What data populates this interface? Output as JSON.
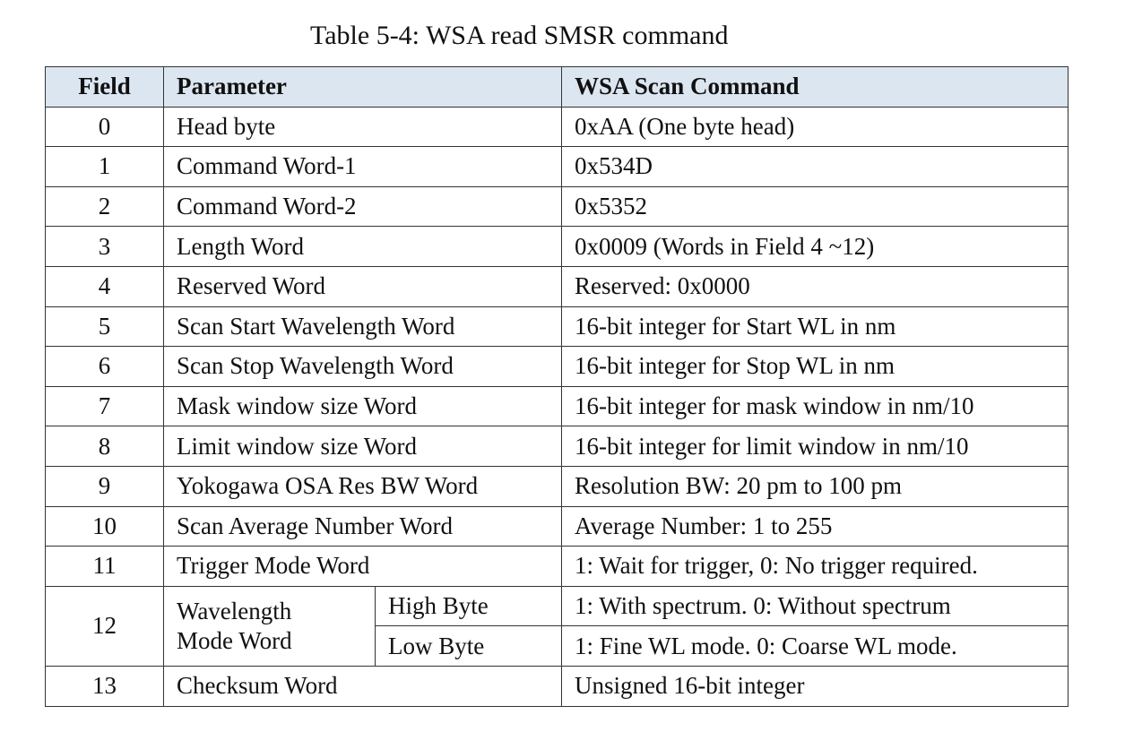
{
  "caption": "Table 5-4: WSA read SMSR command",
  "table": {
    "headers": {
      "field": "Field",
      "parameter": "Parameter",
      "command": "WSA Scan Command"
    },
    "rows": [
      {
        "field": "0",
        "parameter": "Head byte",
        "command": "0xAA (One byte head)"
      },
      {
        "field": "1",
        "parameter": "Command Word-1",
        "command": "0x534D"
      },
      {
        "field": "2",
        "parameter": "Command Word-2",
        "command": "0x5352"
      },
      {
        "field": "3",
        "parameter": "Length Word",
        "command": "0x0009 (Words in Field 4 ~12)"
      },
      {
        "field": "4",
        "parameter": "Reserved Word",
        "command": "Reserved: 0x0000"
      },
      {
        "field": "5",
        "parameter": "Scan Start Wavelength Word",
        "command": "16-bit integer for Start WL in nm"
      },
      {
        "field": "6",
        "parameter": "Scan Stop Wavelength Word",
        "command": "16-bit integer for Stop WL in nm"
      },
      {
        "field": "7",
        "parameter": "Mask window size Word",
        "command": "16-bit integer for mask window in nm/10"
      },
      {
        "field": "8",
        "parameter": "Limit window size Word",
        "command": "16-bit integer for limit window in nm/10"
      },
      {
        "field": "9",
        "parameter": "Yokogawa OSA Res BW Word",
        "command": "Resolution BW:  20 pm to 100 pm"
      },
      {
        "field": "10",
        "parameter": "Scan Average Number Word",
        "command": "Average Number: 1 to 255"
      },
      {
        "field": "11",
        "parameter": "Trigger Mode Word",
        "command": "1: Wait for trigger, 0: No trigger required."
      }
    ],
    "wavelength_row": {
      "field": "12",
      "parameter_line1": "Wavelength",
      "parameter_line2": "Mode Word",
      "high_byte_label": "High Byte",
      "high_byte_command": "1: With spectrum. 0: Without spectrum",
      "low_byte_label": "Low Byte",
      "low_byte_command": "1: Fine WL mode. 0: Coarse WL mode."
    },
    "checksum_row": {
      "field": "13",
      "parameter": "Checksum Word",
      "command": "Unsigned 16-bit integer"
    }
  }
}
